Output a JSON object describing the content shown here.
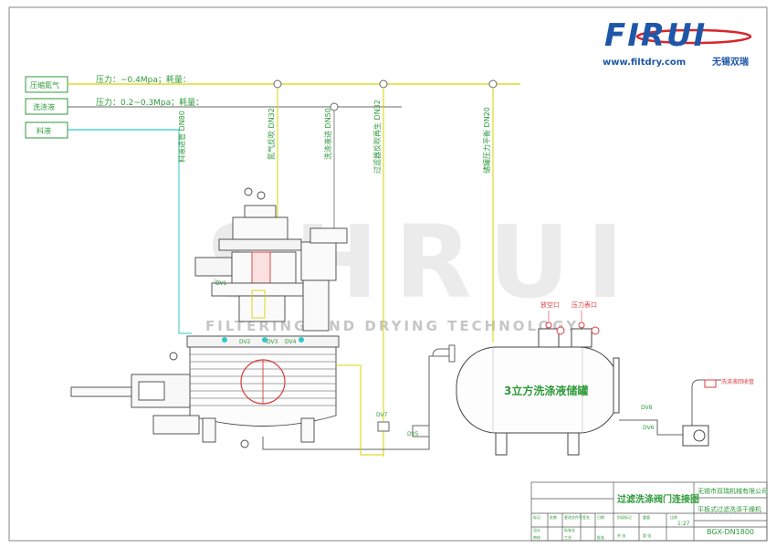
{
  "logo": {
    "brand": "FIRUI",
    "website": "www.filtdry.com",
    "company_short": "无锡双瑞"
  },
  "watermark": {
    "main": "SHRUI",
    "sub": "FILTERING AND DRYING TECHNOLOGY"
  },
  "inlets": [
    {
      "label": "压缩氮气",
      "note": "压力：~0.4Mpa；耗量："
    },
    {
      "label": "洗涤液",
      "note": "压力：0.2~0.3Mpa；耗量："
    },
    {
      "label": "料液",
      "note": ""
    }
  ],
  "pipes": [
    {
      "label": "料液进管 DN80"
    },
    {
      "label": "氮气反吹 DN32"
    },
    {
      "label": "洗涤液进 DN50"
    },
    {
      "label": "过滤器反吹再生 DN32"
    },
    {
      "label": "储罐压力平衡 DN20"
    }
  ],
  "valves": [
    "DV1",
    "DV2",
    "DV3",
    "DV4",
    "DV5",
    "DV6",
    "DV7",
    "DV8"
  ],
  "tank": {
    "label": "3立方洗涤液储罐",
    "tag_left": "放空口",
    "tag_right": "压力表口",
    "outlet_label": "洗涤液回收管"
  },
  "title_block": {
    "drawing_title": "过滤洗涤阀门连接图",
    "company": "无锡市双瑞机械有限公司",
    "equipment": "平板式过滤洗涤干燥机",
    "model": "BGX-DN1800",
    "scale": "1:27",
    "cells": [
      "标记",
      "处数",
      "更改文件号",
      "签名",
      "日期",
      "设计",
      "标准化",
      "审核",
      "工艺",
      "批准",
      "阶段标记",
      "重量",
      "比例",
      "共 张",
      "第 张"
    ]
  },
  "colors": {
    "pipe_yellow": "#d6d400",
    "pipe_cyan": "#33c7c7",
    "pipe_gray": "#888888",
    "pipe_red": "#d83c3c",
    "pipe_magenta": "#c43cc4",
    "accent_green": "#2f9a3a",
    "logo_blue": "#1f57a8",
    "logo_red": "#d6262b"
  }
}
